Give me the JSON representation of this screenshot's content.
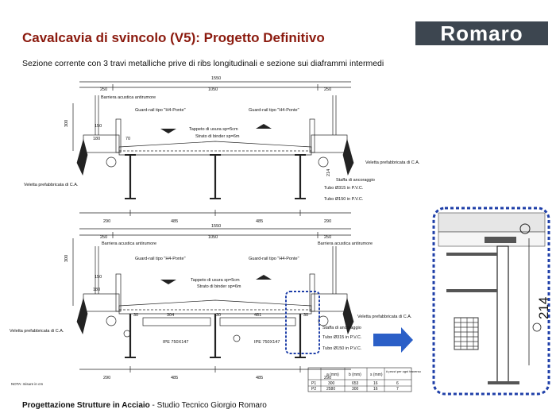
{
  "header": {
    "title": "Cavalcavia di svincolo (V5): Progetto Definitivo",
    "subtitle": "Sezione corrente con 3 travi metalliche prive di ribs longitudinali e sezione sui diaframmi intermedi",
    "logo_text": "Romaro"
  },
  "top_section": {
    "dims_top": [
      "1550",
      "250",
      "1050",
      "250"
    ],
    "dims_bottom": [
      "290",
      "485",
      "485",
      "290"
    ],
    "barrier_left": "Barriera acustica antirumore",
    "guardrail_left": "Guard-rail tipo \"H4-Ponte\"",
    "guardrail_right": "Guard-rail tipo \"H4-Ponte\"",
    "layer1": "Tappeto di usura sp=5cm",
    "layer2": "Strato di binder sp=6m",
    "velette_left": "Veletta prefabbricata di C.A.",
    "velette_right": "Veletta prefabbricata di C.A.",
    "staffa": "Staffa di ancoraggio",
    "tubo1": "Tubo Ø315 in P.V.C.",
    "tubo2": "Tubo Ø150 in P.V.C.",
    "dim_214": "214",
    "dim_300": "300",
    "dim_150": "150",
    "dim_180": "180",
    "dim_70": "70"
  },
  "bottom_section": {
    "dims_top": [
      "1550",
      "250",
      "1050",
      "250"
    ],
    "dims_bottom": [
      "290",
      "485",
      "485",
      "290"
    ],
    "barrier_left": "Barriera acustica antirumore",
    "barrier_right": "Barriera acustica antirumore",
    "guardrail_left": "Guard-rail tipo \"H4-Ponte\"",
    "guardrail_right": "Guard-rail tipo \"H4-Ponte\"",
    "layer1": "Tappeto di usura sp=5cm",
    "layer2": "Strato di binder sp=6m",
    "velette_left": "Veletta prefabbricata di C.A.",
    "velette_right": "Veletta prefabbricata di C.A.",
    "staffa": "Staffa di ancoraggio",
    "tubo1": "Tubo Ø315 in P.V.C.",
    "tubo2": "Tubo Ø150 in P.V.C.",
    "ipe_left": "IPE 750X147",
    "ipe_right": "IPE 750X147",
    "dims_mid": [
      "30",
      "304",
      "30",
      "481",
      "30"
    ],
    "dim_300": "300",
    "dim_150": "150",
    "dim_180": "180",
    "note": "NOTA: misure in cm"
  },
  "table": {
    "headers": [
      "",
      "a (mm)",
      "b (mm)",
      "s (mm)",
      "# pezzi per ogni traverso"
    ],
    "rows": [
      [
        "P1",
        "300",
        "653",
        "16",
        "6"
      ],
      [
        "P2",
        "2580",
        "300",
        "16",
        "7"
      ]
    ]
  },
  "zoom": {
    "dim": "214"
  },
  "footer": {
    "bold": "Progettazione Strutture in Acciaio",
    "rest": " - Studio Tecnico Giorgio Romaro"
  },
  "colors": {
    "title": "#8b1a0e",
    "logo_bg": "#3d4650",
    "highlight": "#1f3fa8",
    "arrow": "#2b5fc7"
  }
}
